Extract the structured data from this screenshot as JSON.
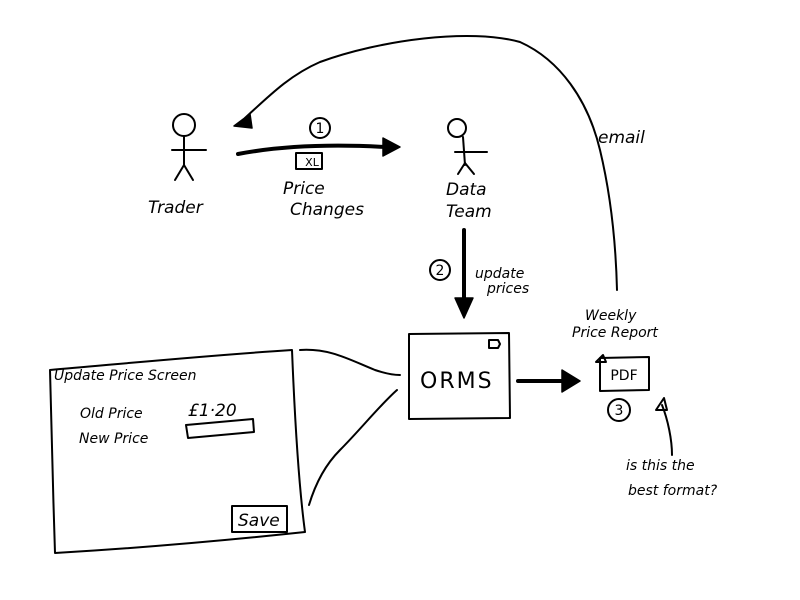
{
  "actors": {
    "trader": {
      "label": "Trader"
    },
    "data_team": {
      "label_line1": "Data",
      "label_line2": "Team"
    }
  },
  "flows": {
    "step1": {
      "number": "1",
      "attachment": "XL",
      "label_line1": "Price",
      "label_line2": "Changes"
    },
    "step2": {
      "number": "2",
      "label_line1": "update",
      "label_line2": "prices"
    },
    "step3": {
      "number": "3",
      "attachment": "PDF",
      "title_line1": "Weekly",
      "title_line2": "Price Report"
    },
    "email": {
      "label": "email"
    },
    "question": {
      "line1": "is this the",
      "line2": "best format?"
    }
  },
  "system": {
    "label": "ORMS"
  },
  "screen": {
    "title": "Update Price Screen",
    "old_price_label": "Old Price",
    "old_price_value": "£1·20",
    "new_price_label": "New Price",
    "new_price_value": "",
    "save_label": "Save"
  }
}
